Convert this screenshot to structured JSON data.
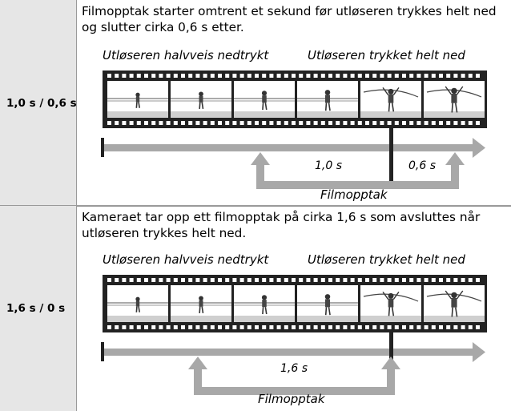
{
  "modes": [
    {
      "label": "1,0 s / 0,6 s",
      "description": "Filmopptak starter omtrent et sekund før utløseren trykkes helt ned og slutter cirka 0,6 s etter.",
      "caption_half": "Utløseren halvveis nedtrykt",
      "caption_full": "Utløseren trykket helt ned",
      "before_label": "1,0 s",
      "after_label": "0,6 s",
      "movie_label": "Filmopptak"
    },
    {
      "label": "1,6 s / 0 s",
      "description": "Kameraet tar opp ett filmopptak på cirka 1,6 s som avsluttes når utløseren trykkes helt ned.",
      "caption_half": "Utløseren halvveis nedtrykt",
      "caption_full": "Utløseren trykket helt ned",
      "before_label": "1,6 s",
      "movie_label": "Filmopptak"
    }
  ],
  "colors": {
    "label_bg": "#e6e6e6",
    "arrow_gray": "#a8a8a8",
    "film": "#222222"
  }
}
